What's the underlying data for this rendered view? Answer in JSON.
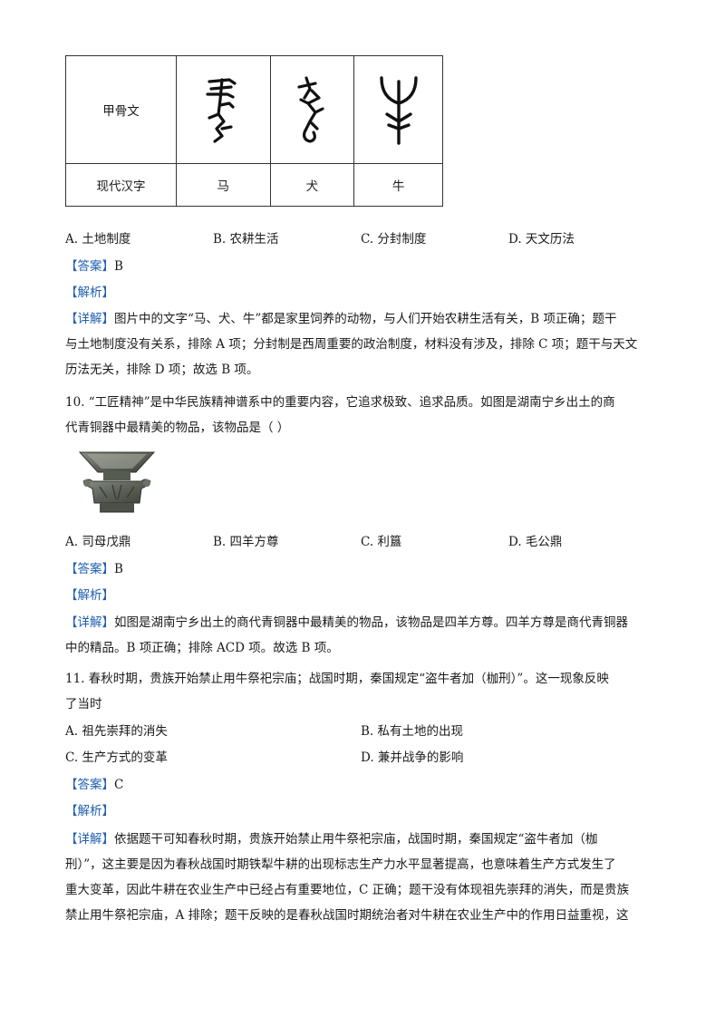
{
  "table": {
    "row1_header": "甲骨文",
    "row2_header": "现代汉字",
    "modern_chars": [
      "马",
      "犬",
      "牛"
    ],
    "oracle_glyph_icons": [
      "oracle-horse-glyph",
      "oracle-dog-glyph",
      "oracle-ox-glyph"
    ]
  },
  "q9": {
    "options": [
      "A.  土地制度",
      "B.  农耕生活",
      "C.  分封制度",
      "D.  天文历法"
    ],
    "answer_tag": "【答案】",
    "answer": "B",
    "analysis_tag": "【解析】",
    "detail_tag": "【详解】",
    "detail_lines": [
      "图片中的文字“马、犬、牛”都是家里饲养的动物，与人们开始农耕生活有关，B 项正确；题干",
      "与土地制度没有关系，排除 A 项；分封制是西周重要的政治制度，材料没有涉及，排除 C 项；题干与天文",
      "历法无关，排除 D 项；故选 B 项。"
    ]
  },
  "q10": {
    "stem_lines": [
      "10.  “工匠精神”是中华民族精神谱系中的重要内容，它追求极致、追求品质。如图是湖南宁乡出土的商",
      "代青铜器中最精美的物品，该物品是（      ）"
    ],
    "image_icon": "bronze-vessel-image",
    "options": [
      "A.  司母戊鼎",
      "B.  四羊方尊",
      "C.  利簋",
      "D.  毛公鼎"
    ],
    "answer_tag": "【答案】",
    "answer": "B",
    "analysis_tag": "【解析】",
    "detail_tag": "【详解】",
    "detail_lines": [
      "如图是湖南宁乡出土的商代青铜器中最精美的物品，该物品是四羊方尊。四羊方尊是商代青铜器",
      "中的精品。B 项正确；排除 ACD 项。故选 B 项。"
    ]
  },
  "q11": {
    "stem_lines": [
      "11. 春秋时期，贵族开始禁止用牛祭祀宗庙；战国时期，秦国规定“盗牛者加（枷刑）”。这一现象反映",
      "了当时"
    ],
    "options": [
      "A.  祖先崇拜的消失",
      "B.  私有土地的出现",
      "C.  生产方式的变革",
      "D.  兼并战争的影响"
    ],
    "answer_tag": "【答案】",
    "answer": "C",
    "analysis_tag": "【解析】",
    "detail_tag": "【详解】",
    "detail_lines": [
      "依据题干可知春秋时期，贵族开始禁止用牛祭祀宗庙，战国时期，秦国规定“盗牛者加（枷",
      "刑）”，这主要是因为春秋战国时期铁犁牛耕的出现标志生产力水平显著提高，也意味着生产方式发生了",
      "重大变革，因此牛耕在农业生产中已经占有重要地位，C 正确；题干没有体现祖先崇拜的消失，而是贵族",
      "禁止用牛祭祀宗庙，A 排除；题干反映的是春秋战国时期统治者对牛耕在农业生产中的作用日益重视，这"
    ]
  }
}
